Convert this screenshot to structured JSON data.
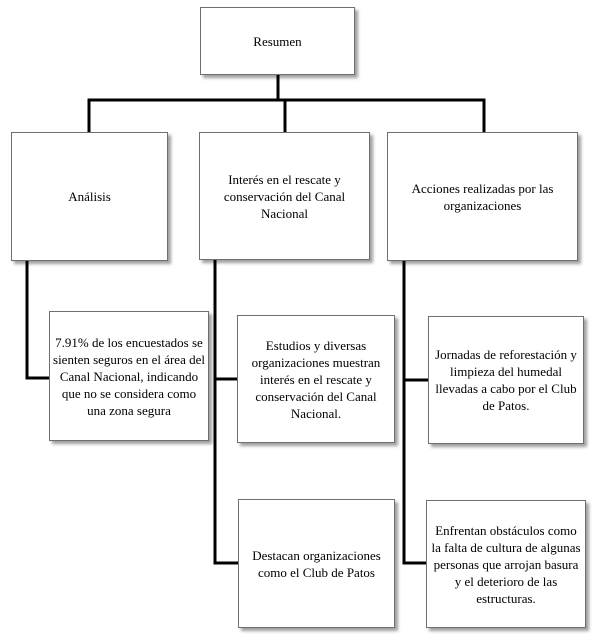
{
  "diagram": {
    "root": {
      "label": "Resumen"
    },
    "categories": [
      {
        "label": "Análisis",
        "children": [
          {
            "label": "7.91% de los encuestados se sienten seguros en el área del Canal Nacional, indicando que no se considera como una zona segura"
          }
        ]
      },
      {
        "label": "Interés en el rescate y conservación del Canal Nacional",
        "children": [
          {
            "label": "Estudios y diversas organizaciones muestran interés en el rescate y conservación del Canal Nacional."
          },
          {
            "label": "Destacan organizaciones como el Club de Patos"
          }
        ]
      },
      {
        "label": "Acciones realizadas por las organizaciones",
        "children": [
          {
            "label": "Jornadas de reforestación y limpieza del humedal llevadas a cabo por el Club de Patos."
          },
          {
            "label": "Enfrentan obstáculos como la falta de cultura de algunas personas que arrojan basura y el deterioro de las estructuras."
          }
        ]
      }
    ]
  }
}
